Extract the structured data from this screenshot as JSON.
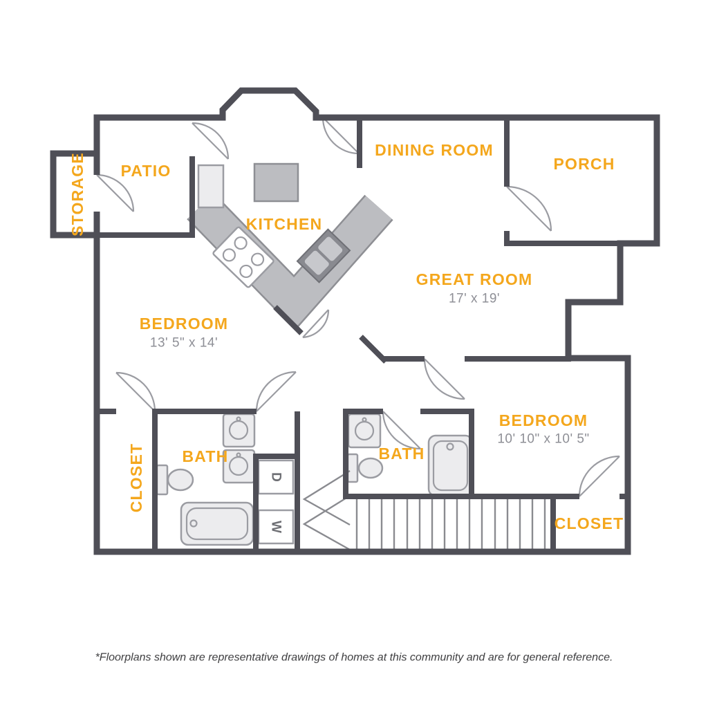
{
  "colors": {
    "wall": "#4f4f57",
    "room_label": "#f4a71d",
    "dimension_text": "#8e8f96",
    "fixture_fill": "#ececee",
    "fixture_stroke": "#9b9ca2",
    "counter_fill": "#bcbdc1",
    "counter_border": "#8e8f94",
    "door": "#9b9ca2",
    "stairs": "#8a8b90",
    "wd_text": "#6e6f74",
    "footer_text": "#3e3e40",
    "background": "#ffffff"
  },
  "floorplan": {
    "rooms": {
      "storage": {
        "label": "STORAGE"
      },
      "patio": {
        "label": "PATIO"
      },
      "dining_room": {
        "label": "DINING ROOM"
      },
      "porch": {
        "label": "PORCH"
      },
      "kitchen": {
        "label": "KITCHEN"
      },
      "great_room": {
        "label": "GREAT ROOM",
        "dimensions": "17' x 19'"
      },
      "bedroom_main": {
        "label": "BEDROOM",
        "dimensions": "13' 5\" x 14'"
      },
      "bedroom_second": {
        "label": "BEDROOM",
        "dimensions": "10' 10\" x 10' 5\""
      },
      "bath_main": {
        "label": "BATH"
      },
      "bath_second": {
        "label": "BATH"
      },
      "closet_main": {
        "label": "CLOSET"
      },
      "closet_second": {
        "label": "CLOSET"
      }
    },
    "appliances": {
      "washer_label": "W",
      "dryer_label": "D"
    }
  },
  "footer": {
    "disclaimer": "*Floorplans shown are representative drawings of homes at this community and are for general reference."
  }
}
